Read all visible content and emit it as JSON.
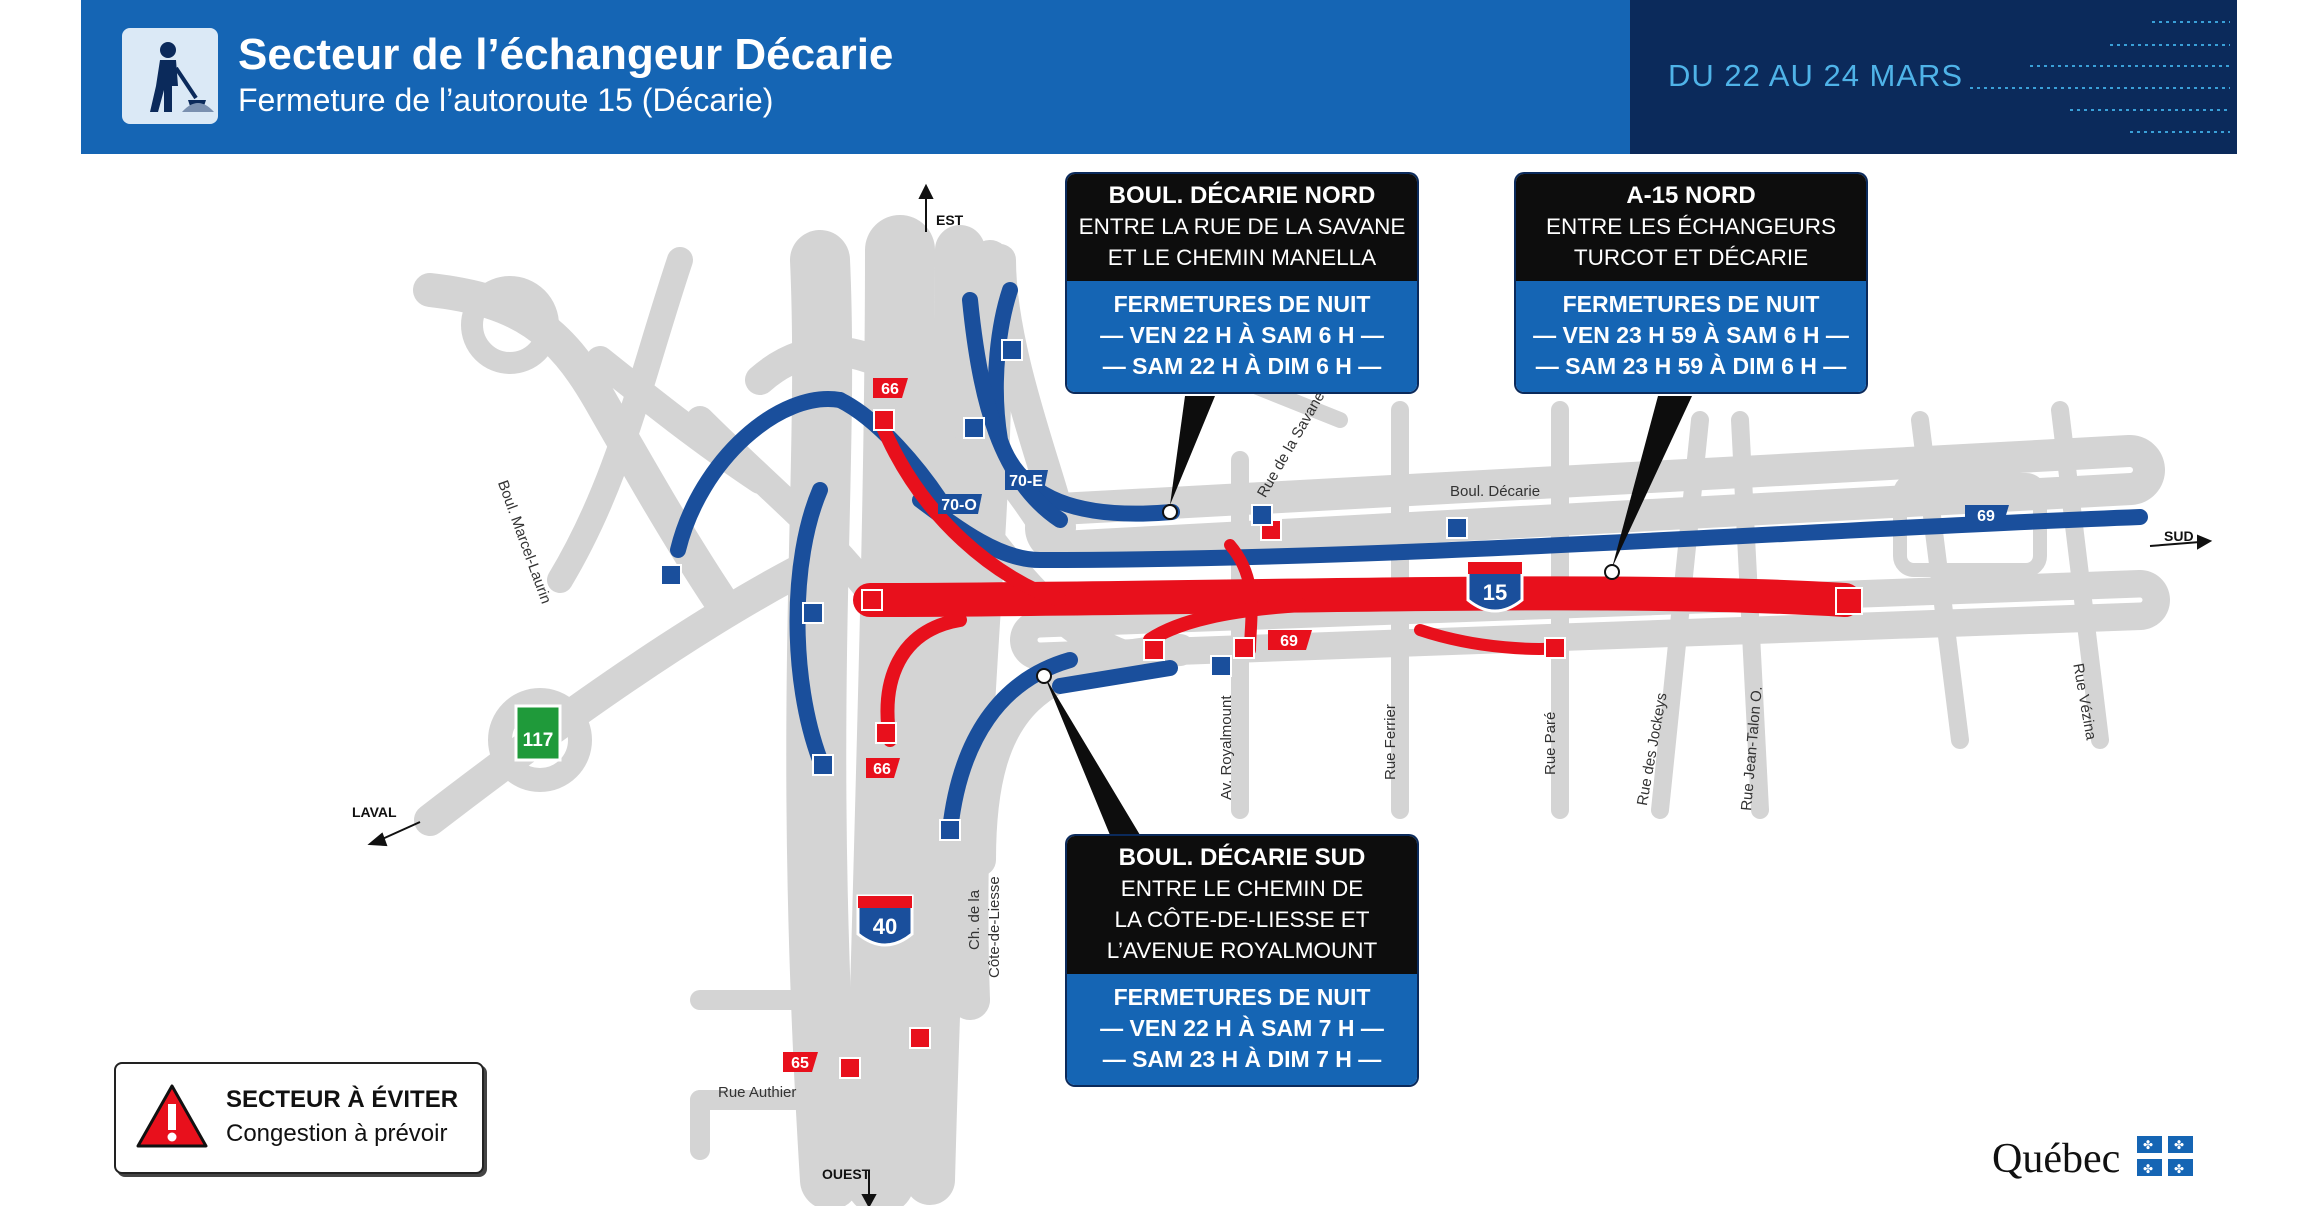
{
  "header": {
    "title": "Secteur de l’échangeur Décarie",
    "subtitle": "Fermeture de l’autoroute 15 (Décarie)",
    "dates": "DU 22 AU 24 MARS",
    "icon": "worker-digging-icon"
  },
  "colors": {
    "header_blue": "#1565b4",
    "header_navy": "#0b2a5b",
    "closure_red": "#e8101c",
    "closure_blue": "#1a4f9c",
    "road_gray": "#d4d4d4"
  },
  "callouts": [
    {
      "heading": "BOUL. DÉCARIE NORD",
      "location": [
        "ENTRE LA RUE DE LA SAVANE",
        "ET LE CHEMIN MANELLA"
      ],
      "closure_title": "FERMETURES DE NUIT",
      "schedule": [
        "— VEN 22 H À SAM 6 H —",
        "— SAM 22 H À DIM 6 H —"
      ]
    },
    {
      "heading": "A-15 NORD",
      "location": [
        "ENTRE LES ÉCHANGEURS",
        "TURCOT ET DÉCARIE"
      ],
      "closure_title": "FERMETURES DE NUIT",
      "schedule": [
        "— VEN 23 H 59 À SAM 6 H —",
        "— SAM 23 H 59 À DIM 6 H —"
      ]
    },
    {
      "heading": "BOUL. DÉCARIE SUD",
      "location": [
        "ENTRE LE CHEMIN DE",
        "LA CÔTE-DE-LIESSE ET",
        "L’AVENUE ROYALMOUNT"
      ],
      "closure_title": "FERMETURES DE NUIT",
      "schedule": [
        "— VEN 22 H À SAM 7 H —",
        "— SAM 23 H À DIM 7 H —"
      ]
    }
  ],
  "directions": {
    "north_top": "EST",
    "bottom": "OUEST",
    "east_right": "SUD",
    "west_left": "LAVAL"
  },
  "street_labels": {
    "marcel_laurin": "Boul. Marcel-Laurin",
    "savane": "Rue de la Savane",
    "decarie": "Boul. Décarie",
    "royalmount": "Av. Royalmount",
    "ferrier": "Rue Ferrier",
    "pare": "Rue Paré",
    "jockeys": "Rue des Jockeys",
    "jean_talon": "Rue Jean-Talon O.",
    "vezina": "Rue Vézina",
    "cote_de_liesse_1": "Ch. de la",
    "cote_de_liesse_2": "Côte-de-Liesse",
    "authier": "Rue Authier"
  },
  "route_shields": {
    "a15": "15",
    "a40": "40",
    "r117": "117"
  },
  "exit_tags": [
    "66",
    "70-E",
    "70-O",
    "69",
    "66",
    "65",
    "69"
  ],
  "legend": {
    "title": "SECTEUR À ÉVITER",
    "subtitle": "Congestion à prévoir",
    "icon": "warning-icon"
  },
  "logo": {
    "text": "Québec",
    "icon": "quebec-flag-icon"
  }
}
